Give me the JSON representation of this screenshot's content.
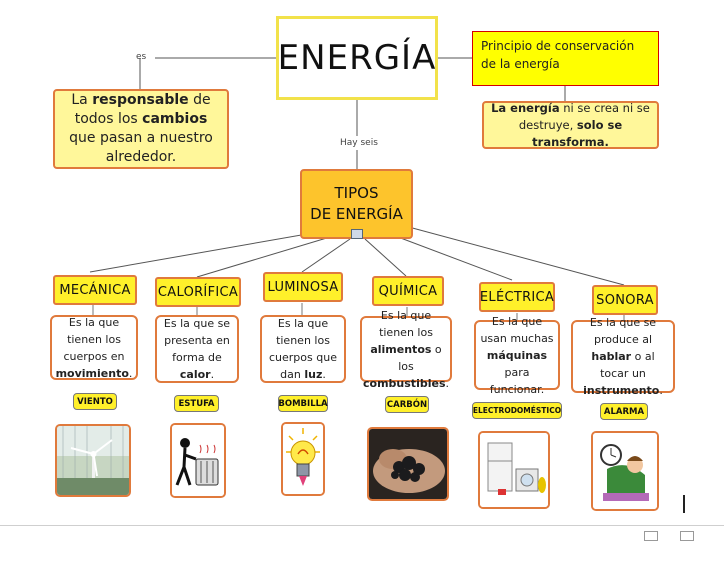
{
  "title": "ENERGÍA",
  "links": {
    "es": "es",
    "hay_seis": "Hay seis"
  },
  "definition": {
    "p1": "La ",
    "b1": "responsable",
    "p2": " de todos los ",
    "b2": "cambios",
    "p3": " que pasan a nuestro alrededor."
  },
  "principle": "Principio de conservación de la energía",
  "law": {
    "b1": "La energía",
    "p1": " ni se crea ni se destruye, ",
    "b2": "solo se transforma."
  },
  "tipos": {
    "line1": "TIPOS",
    "line2": "DE ENERGÍA"
  },
  "types": [
    {
      "name": "MECÁNICA",
      "desc_pre": "Es la que tienen los cuerpos en ",
      "desc_bold": "movimiento",
      "desc_post": ".",
      "example": "VIENTO",
      "icon": "wind-turbine-icon"
    },
    {
      "name": "CALORÍFICA",
      "desc_pre": "Es la que se presenta en forma de ",
      "desc_bold": "calor",
      "desc_post": ".",
      "example": "ESTUFA",
      "icon": "heater-icon"
    },
    {
      "name": "LUMINOSA",
      "desc_pre": "Es la que tienen los cuerpos que dan ",
      "desc_bold": "luz",
      "desc_post": ".",
      "example": "BOMBILLA",
      "icon": "light-bulb-icon"
    },
    {
      "name": "QUÍMICA",
      "desc_pre": "Es la que tienen los ",
      "desc_bold": "alimentos",
      "desc_mid": " o los ",
      "desc_bold2": "combustibles",
      "desc_post": ".",
      "example": "CARBÓN",
      "icon": "coal-icon"
    },
    {
      "name": "ELÉCTRICA",
      "desc_pre": "Es la que usan muchas ",
      "desc_bold": "máquinas",
      "desc_post": " para funcionar.",
      "example": "ELECTRODOMÉSTICO",
      "icon": "appliance-icon"
    },
    {
      "name": "SONORA",
      "desc_pre": "Es la que se produce al ",
      "desc_bold": "hablar",
      "desc_mid": " o al tocar un ",
      "desc_bold2": "instrumento",
      "desc_post": ".",
      "example": "ALARMA",
      "icon": "alarm-clock-icon"
    }
  ],
  "colors": {
    "accent_orange": "#e07a3c",
    "box_yellow": "#fff02a",
    "tipos_fill": "#fdc42c",
    "principle_border": "#d40000"
  }
}
